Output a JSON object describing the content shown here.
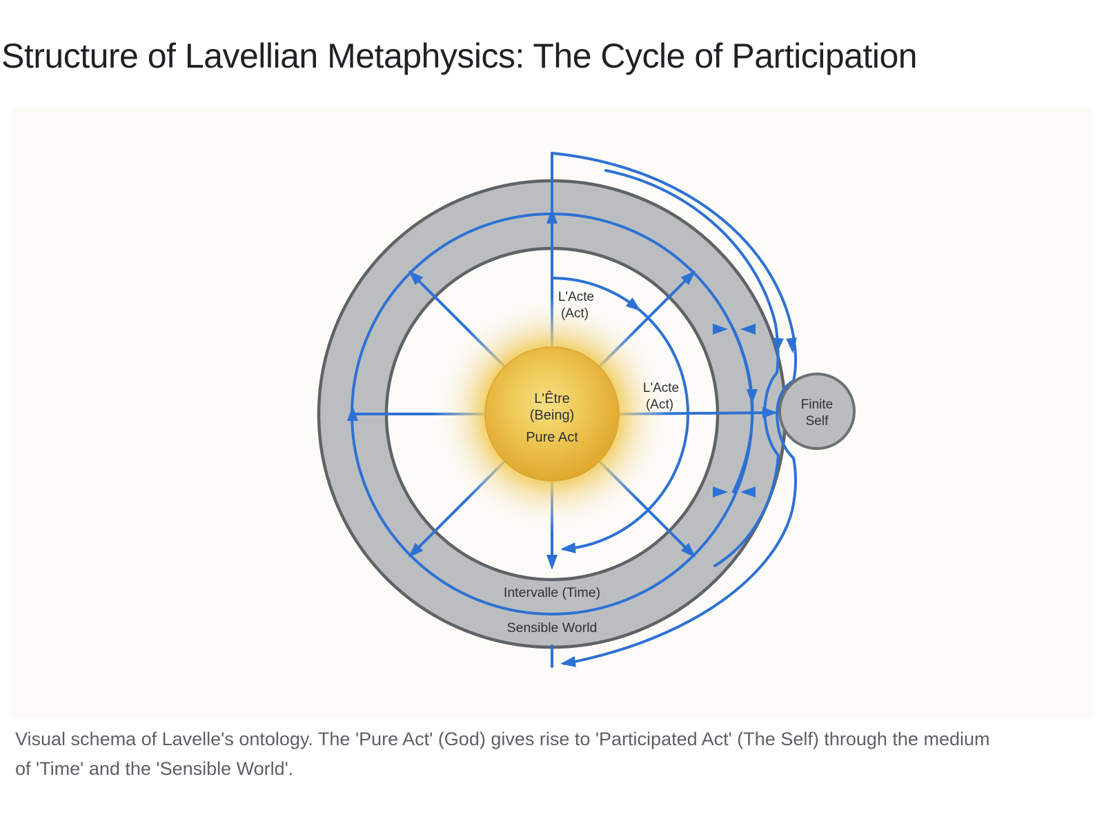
{
  "title": "Structure of Lavellian Metaphysics: The Cycle of Participation",
  "caption": {
    "line1": "Visual schema of Lavelle's ontology. The 'Pure Act' (God) gives rise to 'Participated Act' (The Self) through the medium",
    "line2": "of 'Time' and the 'Sensible World'."
  },
  "diagram": {
    "center_node": {
      "line1": "L'Être",
      "line2": "(Being)",
      "line3": "Pure Act"
    },
    "labels": {
      "acte_top_line1": "L'Acte",
      "acte_top_line2": "(Act)",
      "acte_right_line1": "L'Acte",
      "acte_right_line2": "(Act)",
      "intervalle": "Intervalle (Time)",
      "sensible_world": "Sensible World"
    },
    "finite_self": {
      "line1": "Finite",
      "line2": "Self"
    },
    "colors": {
      "arrow_blue": "#2e71d4",
      "ring_fill": "#bbbec0",
      "ring_edge": "#5f6367",
      "gold_core": "#f7e083",
      "gold_rim": "#dda62c",
      "finite_self_fill": "#babdc0",
      "finite_self_edge": "#6d7175",
      "label_text": "#2e3134",
      "title_text": "#1f2124",
      "caption_text": "#5b6064"
    }
  }
}
